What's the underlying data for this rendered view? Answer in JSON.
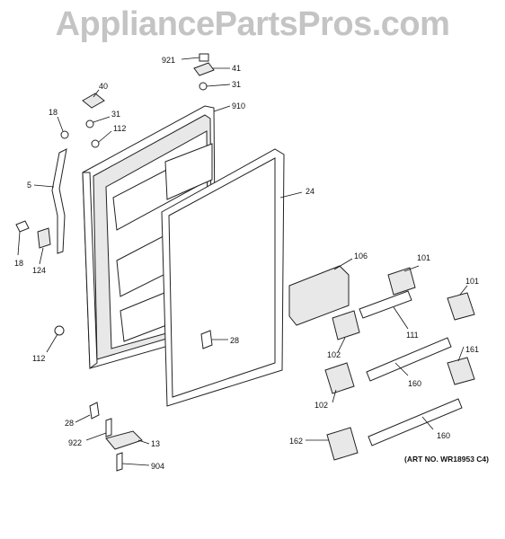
{
  "watermark": "AppliancePartsPros.com",
  "art_number": "(ART NO. WR18953 C4)",
  "callouts": {
    "c921": "921",
    "c41": "41",
    "c31a": "31",
    "c910": "910",
    "c40": "40",
    "c18a": "18",
    "c31b": "31",
    "c112a": "112",
    "c5": "5",
    "c24": "24",
    "c18b": "18",
    "c124": "124",
    "c106": "106",
    "c101a": "101",
    "c101b": "101",
    "c111": "111",
    "c102a": "102",
    "c28a": "28",
    "c112b": "112",
    "c161": "161",
    "c160a": "160",
    "c102b": "102",
    "c28b": "28",
    "c922": "922",
    "c13": "13",
    "c160b": "160",
    "c162": "162",
    "c904": "904"
  }
}
